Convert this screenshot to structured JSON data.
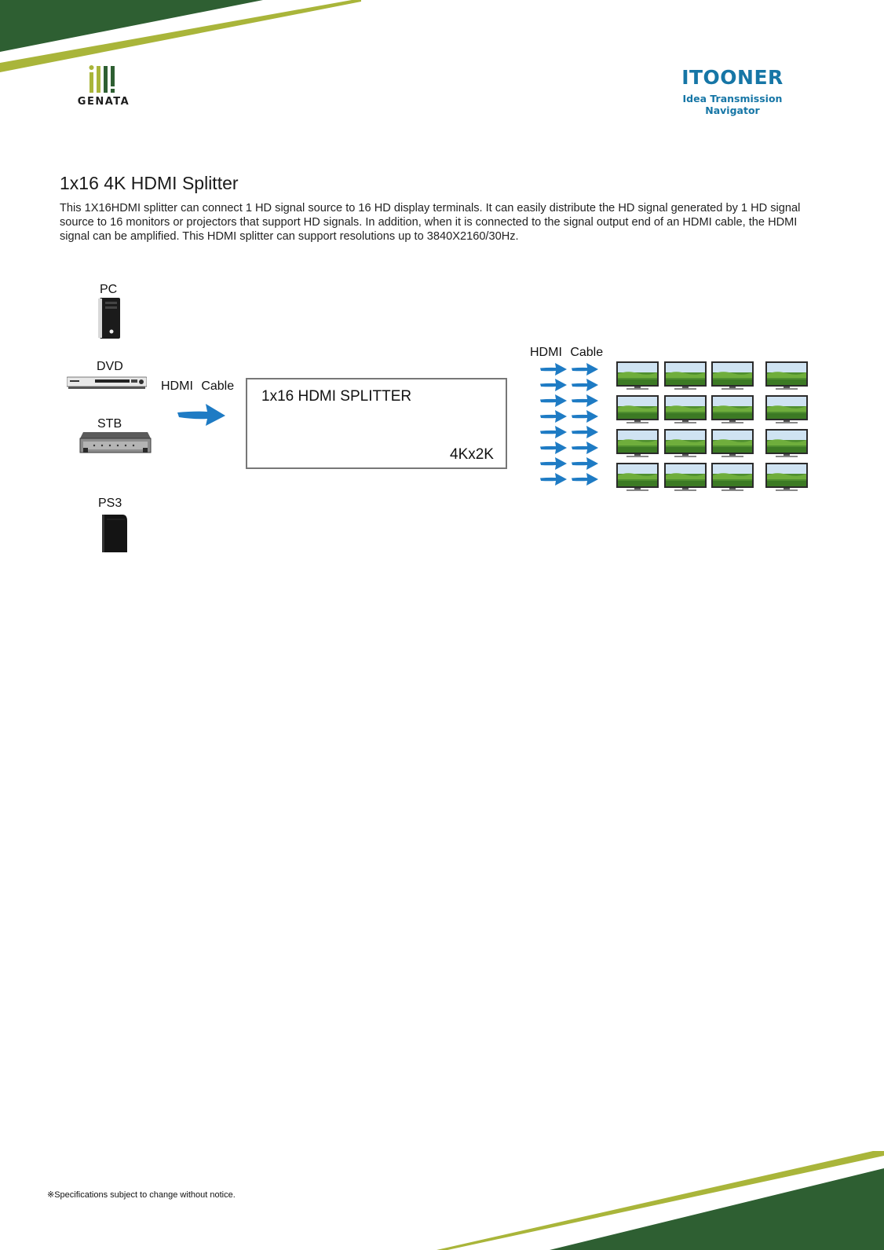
{
  "header": {
    "left_logo": {
      "word": "GENATA"
    },
    "right_logo": {
      "word": "ITOONER",
      "tagline": "Idea Transmission Navigator"
    }
  },
  "colors": {
    "band_dark_green": "#2e5f32",
    "band_light_green": "#a9b53a",
    "brand_blue": "#1676a6",
    "arrow_blue": "#1e7bc4"
  },
  "content": {
    "title": "1x16 4K HDMI Splitter",
    "intro": "This 1X16HDMI splitter can connect 1 HD signal source to 16 HD display terminals. It can easily distribute the HD signal generated by 1 HD signal source to 16 monitors or projectors that support HD signals. In addition, when it is connected to the signal output end of an HDMI cable, the HDMI signal can be amplified. This HDMI splitter can support resolutions up to 3840X2160/30Hz."
  },
  "diagram": {
    "sources": [
      "PC",
      "DVD",
      "STB",
      "PS3"
    ],
    "input_cable_label": "HDMI  Cable",
    "output_cable_label": "HDMI  Cable",
    "splitter": {
      "name": "1x16 HDMI SPLITTER",
      "resolution": "4Kx2K"
    },
    "output_count": 16,
    "icons": [
      "pc-tower-icon",
      "dvd-player-icon",
      "set-top-box-icon",
      "ps3-console-icon",
      "arrow-icon",
      "monitor-icon"
    ]
  },
  "footer": {
    "note": "※Specifications subject to change without notice."
  }
}
